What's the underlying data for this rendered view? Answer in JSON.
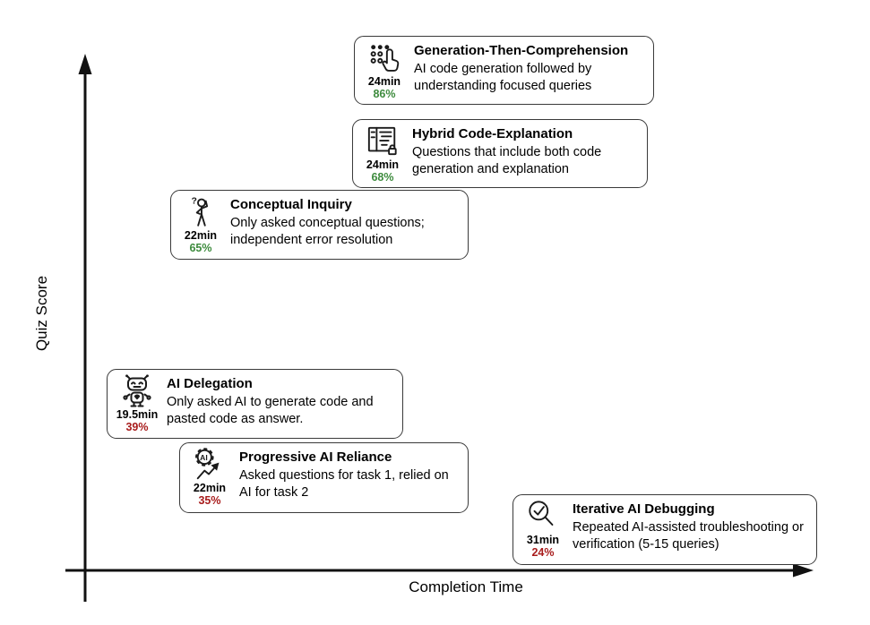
{
  "figure": {
    "x_axis_label": "Completion Time",
    "y_axis_label": "Quiz Score"
  },
  "colors": {
    "positive": "#3d8b3d",
    "negative": "#a81c1c",
    "ink": "#000000"
  },
  "chart_data": {
    "type": "scatter",
    "title": "",
    "xlabel": "Completion Time",
    "ylabel": "Quiz Score",
    "axes_numeric": false,
    "points": [
      {
        "label": "Generation-Then-Comprehension",
        "time_min": 24,
        "quiz_score_pct": 86
      },
      {
        "label": "Hybrid Code-Explanation",
        "time_min": 24,
        "quiz_score_pct": 68
      },
      {
        "label": "Conceptual Inquiry",
        "time_min": 22,
        "quiz_score_pct": 65
      },
      {
        "label": "AI Delegation",
        "time_min": 19.5,
        "quiz_score_pct": 39
      },
      {
        "label": "Progressive AI Reliance",
        "time_min": 22,
        "quiz_score_pct": 35
      },
      {
        "label": "Iterative AI Debugging",
        "time_min": 31,
        "quiz_score_pct": 24
      }
    ]
  },
  "nodes": [
    {
      "icon": "dialpad-tap-icon",
      "title": "Generation-Then-Comprehension",
      "description": "AI code generation followed by understanding focused queries",
      "time": "24min",
      "score": "86%",
      "score_tone": "positive"
    },
    {
      "icon": "code-document-lock-icon",
      "title": "Hybrid Code-Explanation",
      "description": "Questions that include both code generation and explanation",
      "time": "24min",
      "score": "68%",
      "score_tone": "positive"
    },
    {
      "icon": "confused-person-icon",
      "title": "Conceptual Inquiry",
      "description": "Only asked conceptual questions; independent error resolution",
      "time": "22min",
      "score": "65%",
      "score_tone": "positive"
    },
    {
      "icon": "robot-icon",
      "title": "AI Delegation",
      "description": "Only asked AI to generate code and pasted code as answer.",
      "time": "19.5min",
      "score": "39%",
      "score_tone": "negative"
    },
    {
      "icon": "ai-gear-growth-arrow-icon",
      "title": "Progressive AI Reliance",
      "description": "Asked questions for task 1, relied on AI for task 2",
      "time": "22min",
      "score": "35%",
      "score_tone": "negative"
    },
    {
      "icon": "magnifier-check-icon",
      "title": "Iterative AI Debugging",
      "description": "Repeated AI-assisted troubleshooting or verification (5-15 queries)",
      "time": "31min",
      "score": "24%",
      "score_tone": "negative"
    }
  ]
}
